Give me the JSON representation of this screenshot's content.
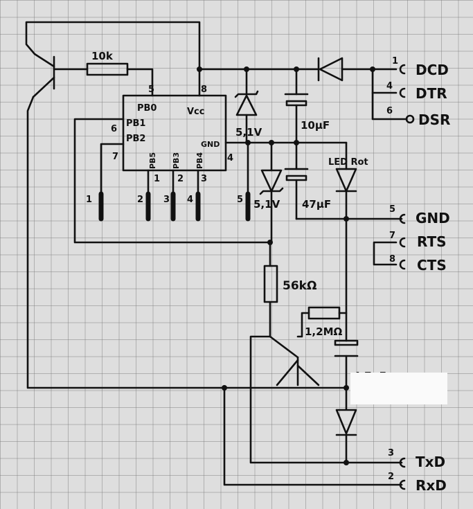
{
  "resistors": {
    "r_base": "10k",
    "r_56k": "56kΩ",
    "r_1m2": "1,2MΩ"
  },
  "capacitors": {
    "c1": "10µF",
    "c2": "47µF",
    "c3": "4,7µF"
  },
  "diodes": {
    "zener_top": "5,1V",
    "zener_bottom": "5,1V",
    "led": "LED Rot"
  },
  "ic": {
    "pin5": "5",
    "pin6": "6",
    "pin7": "7",
    "pin8": "8",
    "pin4": "4",
    "pin1": "1",
    "pin2": "2",
    "pin3": "3",
    "pb0": "PB0",
    "pb1": "PB1",
    "pb2": "PB2",
    "pb5": "PB5",
    "pb3": "PB3",
    "pb4": "PB4",
    "vcc": "Vcc",
    "gnd": "GND"
  },
  "header": {
    "h1": "1",
    "h2": "2",
    "h3": "3",
    "h4": "4",
    "h5": "5"
  },
  "rs232": {
    "dcd_num": "1",
    "dcd": "DCD",
    "dtr_num": "4",
    "dtr": "DTR",
    "dsr_num": "6",
    "dsr": "DSR",
    "gnd_num": "5",
    "gnd": "GND",
    "rts_num": "7",
    "rts": "RTS",
    "cts_num": "8",
    "cts": "CTS",
    "txd_num": "3",
    "txd": "TxD",
    "rxd_num": "2",
    "rxd": "RxD"
  }
}
